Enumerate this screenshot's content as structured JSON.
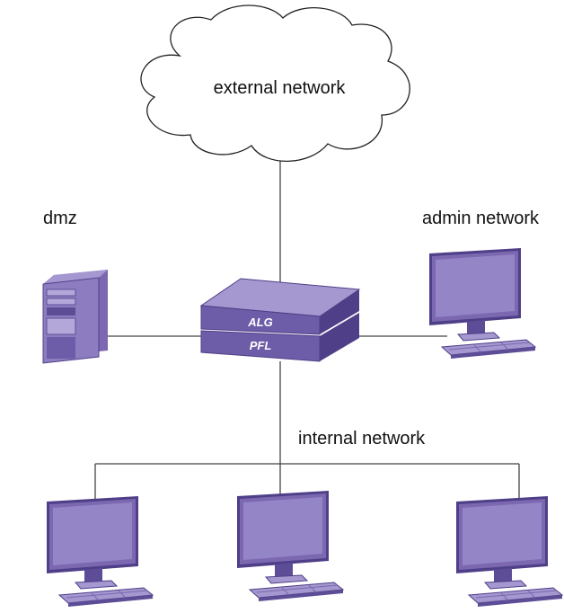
{
  "labels": {
    "external": "external network",
    "dmz": "dmz",
    "admin": "admin network",
    "internal": "internal network"
  },
  "firewall": {
    "top_layer": "ALG",
    "bottom_layer": "PFL"
  },
  "icons": {
    "cloud": "cloud-icon",
    "firewall": "firewall-appliance-icon",
    "server": "server-tower-icon",
    "workstation": "desktop-computer-icon"
  },
  "colors": {
    "device_purple": "#7b68b1",
    "device_dark": "#4f3f88",
    "device_light": "#a597cf",
    "screen": "#9485c6",
    "line": "#444444"
  }
}
